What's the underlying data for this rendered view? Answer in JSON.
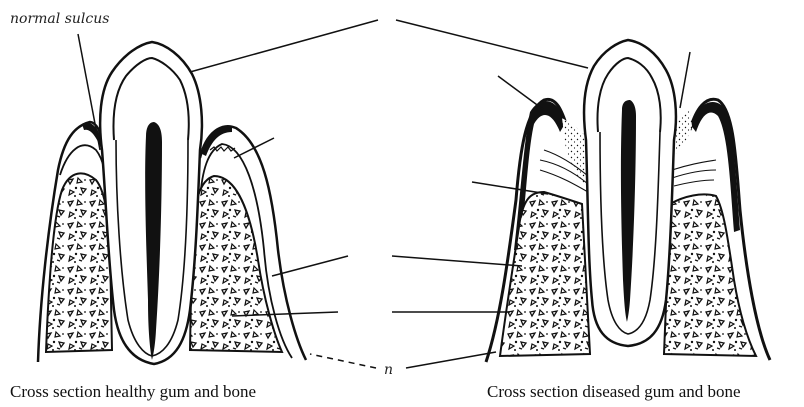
{
  "labels": {
    "normal_sulcus": "normal sulcus",
    "n_marker": "n"
  },
  "captions": {
    "healthy": "Cross section healthy gum and bone",
    "diseased": "Cross section diseased gum and bone"
  },
  "colors": {
    "ink": "#111111",
    "paper": "#ffffff"
  }
}
